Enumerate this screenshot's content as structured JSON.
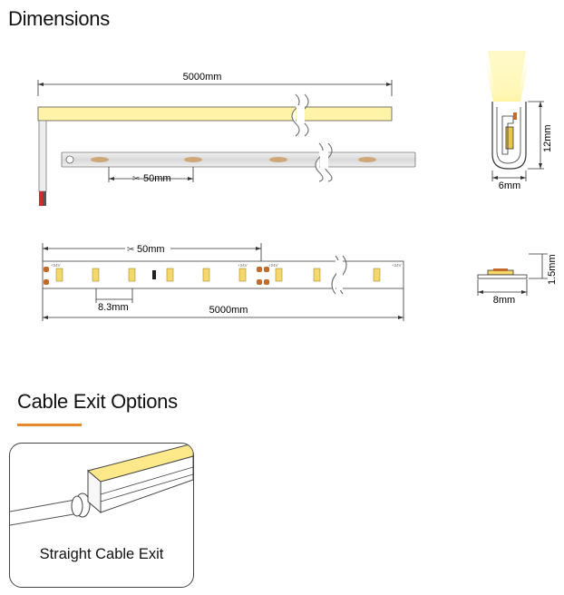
{
  "dimensions_title": "Dimensions",
  "cable_title": "Cable Exit Options",
  "top_view": {
    "length_label": "5000mm",
    "cut_label": "50mm"
  },
  "cross_section": {
    "height_label": "12mm",
    "width_label": "6mm"
  },
  "pcb_view": {
    "cut_label": "50mm",
    "pitch_label": "8.3mm",
    "length_label": "5000mm",
    "voltage_label": "+24V"
  },
  "pcb_section": {
    "height_label": "1.5mm",
    "width_label": "8mm"
  },
  "cable_exit": {
    "option_label": "Straight Cable Exit"
  },
  "colors": {
    "led_glow": "#fff3a8",
    "led_yellow": "#f5d86a",
    "pad_copper": "#c36a2d",
    "accent": "#e88a2b",
    "cable_red": "#d22b2b"
  }
}
